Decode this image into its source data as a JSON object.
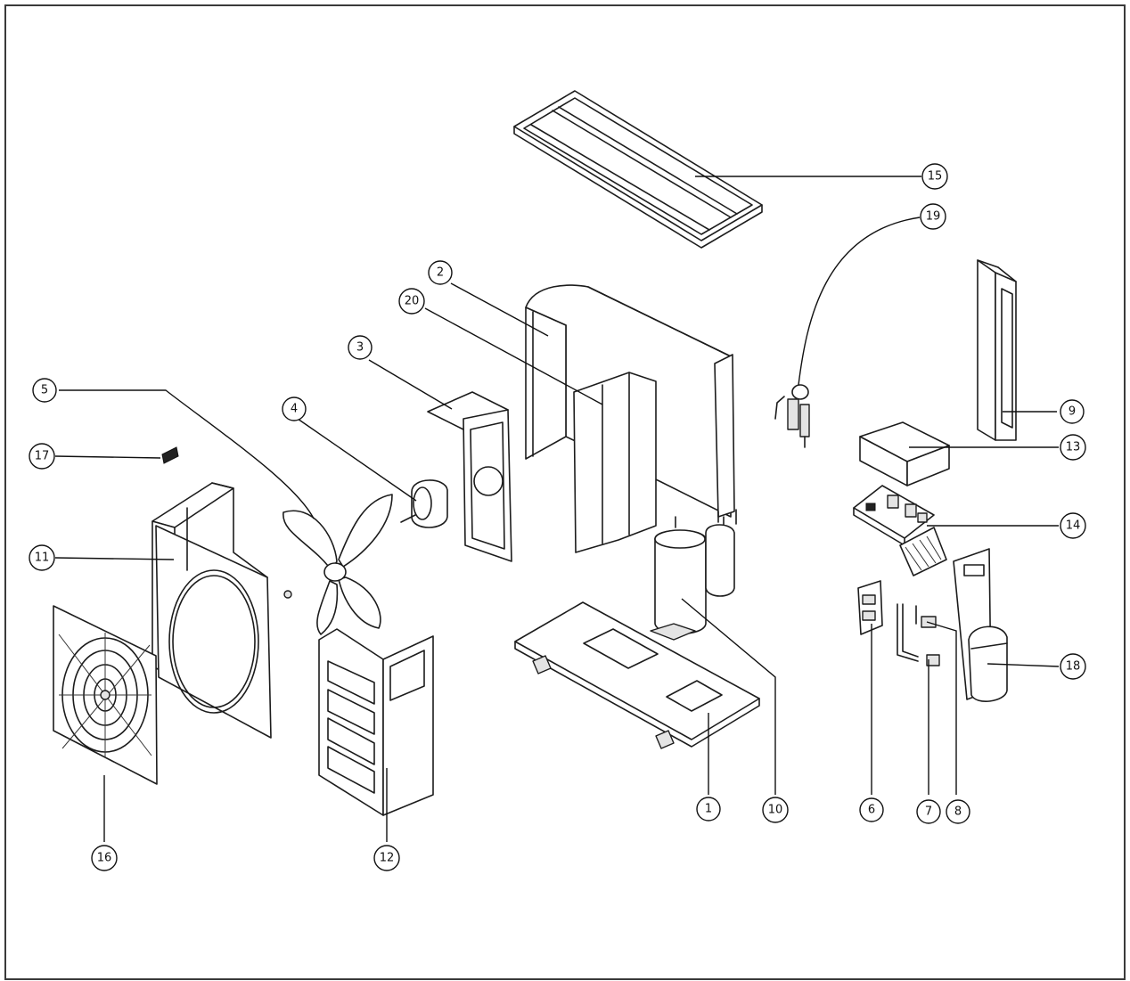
{
  "parts": [
    {
      "id": "1",
      "label": "1"
    },
    {
      "id": "2",
      "label": "2"
    },
    {
      "id": "3",
      "label": "3"
    },
    {
      "id": "4",
      "label": "4"
    },
    {
      "id": "5",
      "label": "5"
    },
    {
      "id": "6",
      "label": "6"
    },
    {
      "id": "7",
      "label": "7"
    },
    {
      "id": "8",
      "label": "8"
    },
    {
      "id": "9",
      "label": "9"
    },
    {
      "id": "10",
      "label": "10"
    },
    {
      "id": "11",
      "label": "11"
    },
    {
      "id": "12",
      "label": "12"
    },
    {
      "id": "13",
      "label": "13"
    },
    {
      "id": "14",
      "label": "14"
    },
    {
      "id": "15",
      "label": "15"
    },
    {
      "id": "16",
      "label": "16"
    },
    {
      "id": "17",
      "label": "17"
    },
    {
      "id": "18",
      "label": "18"
    },
    {
      "id": "19",
      "label": "19"
    },
    {
      "id": "20",
      "label": "20"
    }
  ]
}
